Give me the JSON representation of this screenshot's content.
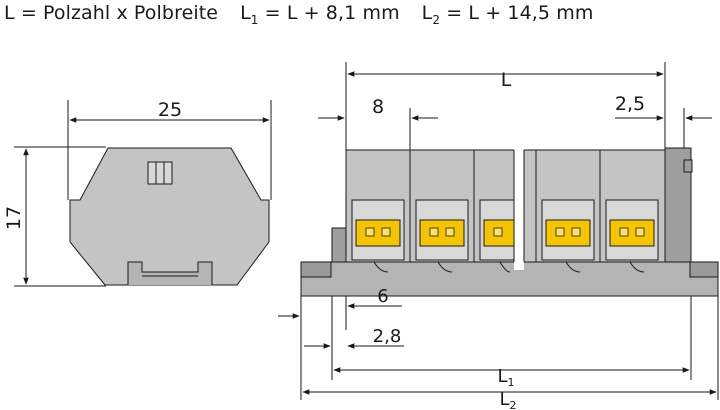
{
  "header": {
    "formula_l": "L = Polzahl x Polbreite",
    "formula_l1_lhs": "L",
    "formula_l1_sub": "1",
    "formula_l1_rhs": " = L + 8,1 mm",
    "formula_l2_lhs": "L",
    "formula_l2_sub": "2",
    "formula_l2_rhs": " = L + 14,5 mm"
  },
  "side_view": {
    "width_label": "25",
    "height_label": "17"
  },
  "front_view": {
    "length_label": "L",
    "pitch_label": "8",
    "end_offset_label": "2,5",
    "dim_6_label": "6",
    "dim_28_label": "2,8",
    "l1_main": "L",
    "l1_sub": "1",
    "l2_main": "L",
    "l2_sub": "2"
  },
  "colors": {
    "body_gray": "#c4c4c4",
    "dark_gray": "#8f8f8f",
    "clamp_yellow": "#f5c400",
    "line": "#1a1a1a"
  }
}
